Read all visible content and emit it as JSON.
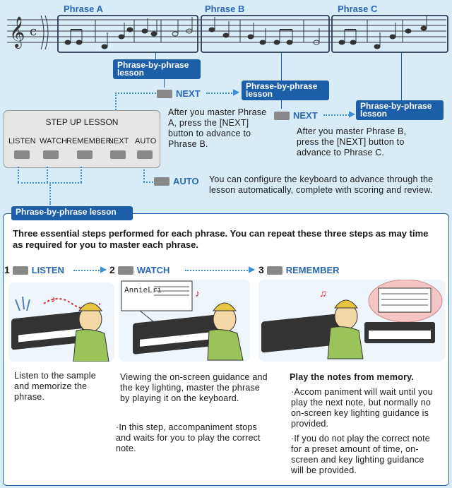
{
  "phrases": {
    "a": "Phrase A",
    "b": "Phrase B",
    "c": "Phrase C"
  },
  "tags": {
    "lesson1": "Phrase-by-phrase lesson",
    "lesson2": "Phrase-by-phrase lesson",
    "lesson3": "Phrase-by-phrase lesson",
    "section": "Phrase-by-phrase lesson"
  },
  "steps": {
    "next1": "NEXT",
    "next1_text": "After you master Phrase A, press the [NEXT] button to advance to Phrase B.",
    "next2": "NEXT",
    "next2_text": "After you master Phrase B, press the [NEXT] button to advance to Phrase C.",
    "auto": "AUTO",
    "auto_text": "You can configure the keyboard to advance through the lesson automatically, complete with scoring and review."
  },
  "panel": {
    "title": "STEP UP LESSON",
    "buttons": [
      "LISTEN",
      "WATCH",
      "REMEMBER",
      "NEXT",
      "AUTO"
    ]
  },
  "section": {
    "intro": "Three essential steps performed for each phrase. You can repeat these three steps as may time as required for you to master each phrase.",
    "step1": {
      "num": "1",
      "label": "LISTEN",
      "text": "Listen to the sample and memorize the phrase."
    },
    "step2": {
      "num": "2",
      "label": "WATCH",
      "text": "Viewing the on-screen guidance and the key lighting, master the phrase by playing it on the keyboard.",
      "note": "·In this step, accompaniment stops and waits for you to play the correct note."
    },
    "step3": {
      "num": "3",
      "label": "REMEMBER",
      "text": "Play the notes from memory.",
      "note1": "·Accom paniment will wait until you play the next note, but normally no on-screen key lighting guidance is provided.",
      "note2": "·If you do not play the correct note for a preset amount of time, on-screen and key lighting guidance will be provided."
    },
    "screen_text": "AnnieLri"
  }
}
